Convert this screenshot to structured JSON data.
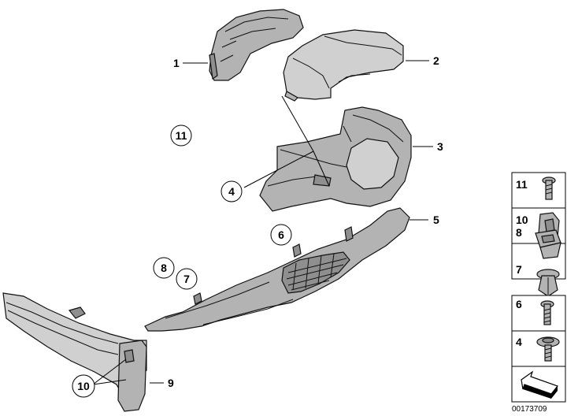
{
  "callouts": {
    "c1": "1",
    "c2": "2",
    "c3": "3",
    "c4": "4",
    "c5": "5",
    "c6": "6",
    "c7": "7",
    "c8": "8",
    "c9": "9",
    "c10": "10",
    "c11": "11"
  },
  "legend": [
    {
      "num": "11",
      "icon": "screw-icon"
    },
    {
      "num": "10",
      "icon": "clip-nut-icon"
    },
    {
      "num": "8",
      "icon": "square-clip-icon"
    },
    {
      "num": "7",
      "icon": "expanding-rivet-icon"
    },
    {
      "num": "6",
      "icon": "screw-icon"
    },
    {
      "num": "4",
      "icon": "flange-screw-icon"
    }
  ],
  "diagram_code": "00173709",
  "colors": {
    "part_fill": "#b3b3b3",
    "line": "#000000"
  }
}
